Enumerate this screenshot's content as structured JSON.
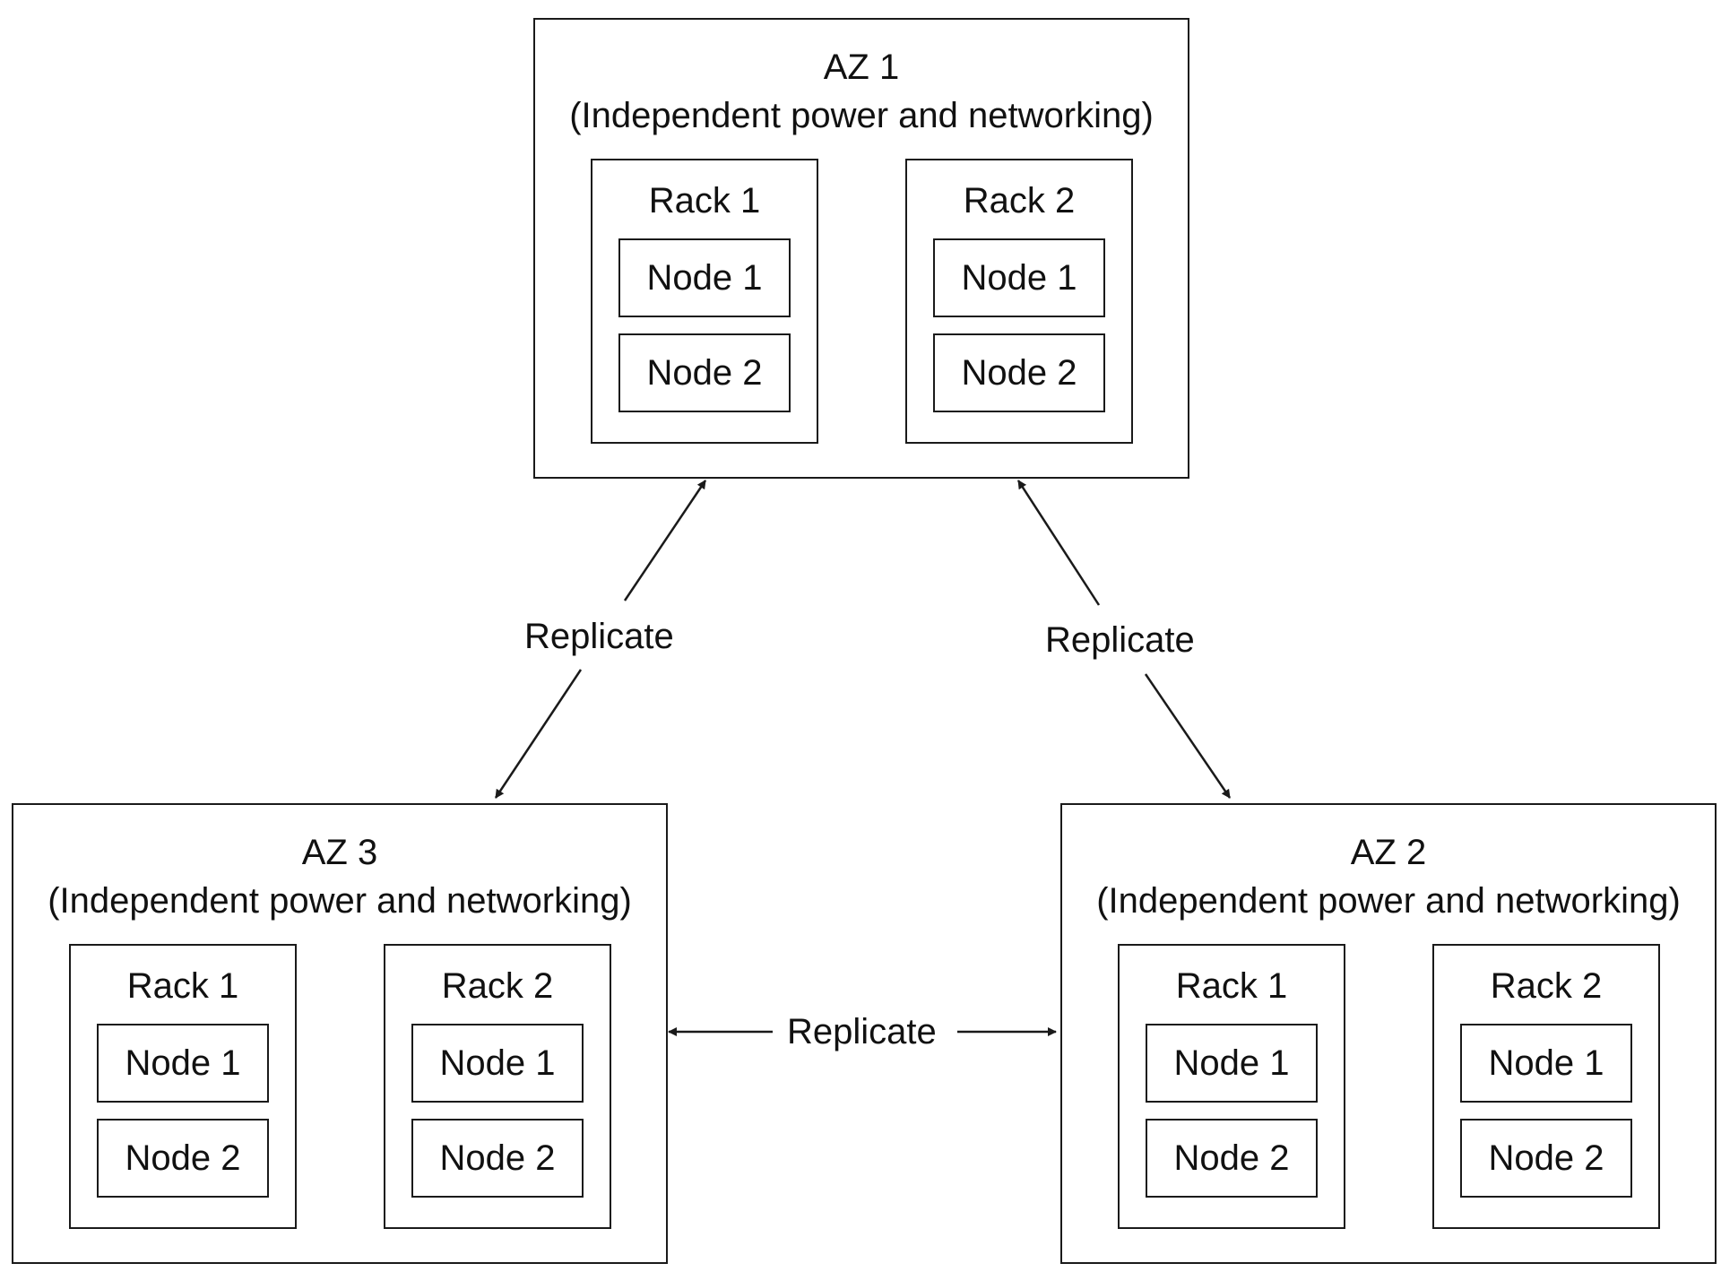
{
  "azs": [
    {
      "id": "az1",
      "title": "AZ 1",
      "subtitle": "(Independent power and networking)",
      "racks": [
        {
          "label": "Rack 1",
          "nodes": [
            "Node 1",
            "Node 2"
          ]
        },
        {
          "label": "Rack 2",
          "nodes": [
            "Node 1",
            "Node 2"
          ]
        }
      ]
    },
    {
      "id": "az2",
      "title": "AZ 2",
      "subtitle": "(Independent power and networking)",
      "racks": [
        {
          "label": "Rack 1",
          "nodes": [
            "Node 1",
            "Node 2"
          ]
        },
        {
          "label": "Rack 2",
          "nodes": [
            "Node 1",
            "Node 2"
          ]
        }
      ]
    },
    {
      "id": "az3",
      "title": "AZ 3",
      "subtitle": "(Independent power and networking)",
      "racks": [
        {
          "label": "Rack 1",
          "nodes": [
            "Node 1",
            "Node 2"
          ]
        },
        {
          "label": "Rack 2",
          "nodes": [
            "Node 1",
            "Node 2"
          ]
        }
      ]
    }
  ],
  "links": [
    {
      "from": "az1",
      "to": "az3",
      "label": "Replicate",
      "bidirectional": true
    },
    {
      "from": "az1",
      "to": "az2",
      "label": "Replicate",
      "bidirectional": true
    },
    {
      "from": "az3",
      "to": "az2",
      "label": "Replicate",
      "bidirectional": true
    }
  ],
  "colors": {
    "stroke": "#1a1a1a",
    "background": "#ffffff",
    "text": "#111111"
  }
}
